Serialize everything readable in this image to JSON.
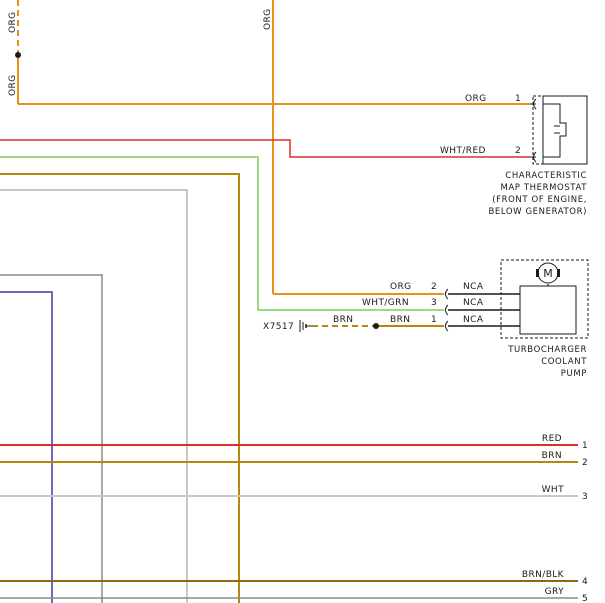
{
  "wire_labels": {
    "left_vertical_top": "ORG",
    "left_vertical_bottom": "ORG",
    "center_vertical": "ORG",
    "thermostat_pin1": "ORG",
    "thermostat_pin2": "WHT/RED",
    "pump_pin2": "ORG",
    "pump_pin3": "WHT/GRN",
    "pump_pin1": "BRN",
    "splice_left": "BRN"
  },
  "pins": {
    "thermostat_1": "1",
    "thermostat_2": "2",
    "pump_2": "2",
    "pump_3": "3",
    "pump_1": "1"
  },
  "connector_labels": {
    "pump_nca_1": "NCA",
    "pump_nca_2": "NCA",
    "pump_nca_3": "NCA"
  },
  "ground": {
    "id": "X7517"
  },
  "components": {
    "thermostat": {
      "lines": [
        "CHARACTERISTIC",
        "MAP THERMOSTAT",
        "(FRONT OF ENGINE,",
        "BELOW GENERATOR)"
      ]
    },
    "pump": {
      "lines": [
        "TURBOCHARGER",
        "COOLANT",
        "PUMP"
      ],
      "motor_symbol": "M"
    }
  },
  "bus": [
    {
      "color_name": "RED",
      "number": "1",
      "hex": "#d9302b"
    },
    {
      "color_name": "BRN",
      "number": "2",
      "hex": "#b8860b"
    },
    {
      "color_name": "WHT",
      "number": "3",
      "hex": "#c8c8c8"
    },
    {
      "color_name": "BRN/BLK",
      "number": "4",
      "hex": "#8a6a10"
    },
    {
      "color_name": "GRY",
      "number": "5",
      "hex": "#8c8c8c"
    }
  ],
  "colors": {
    "orange": "#e8901a",
    "red": "#d9302b",
    "green": "#7ccf5a",
    "brown": "#b8860b",
    "gray": "#8c8c8c",
    "light_gray": "#c8c8c8",
    "blue": "#3a3aa8",
    "black": "#1a1a1a"
  }
}
